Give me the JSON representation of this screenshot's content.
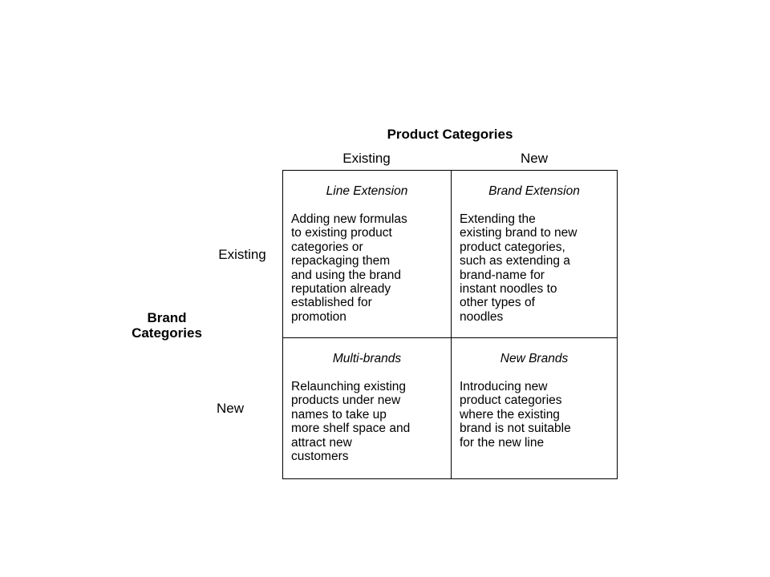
{
  "product_axis": {
    "title": "Product Categories",
    "columns": [
      "Existing",
      "New"
    ]
  },
  "brand_axis": {
    "title": "Brand\nCategories",
    "rows": [
      "Existing",
      "New"
    ]
  },
  "matrix": {
    "line_extension": {
      "heading": "Line Extension",
      "body": "Adding new formulas\nto existing product\ncategories or\nrepackaging them\nand using the brand\nreputation already\nestablished for\npromotion"
    },
    "brand_extension": {
      "heading": "Brand Extension",
      "body": "Extending the\nexisting brand to new\nproduct categories,\nsuch as extending a\nbrand-name for\ninstant noodles to\nother types of\nnoodles"
    },
    "multi_brands": {
      "heading": "Multi-brands",
      "body": "Relaunching existing\nproducts under new\nnames to take up\nmore shelf space and\nattract new\ncustomers"
    },
    "new_brands": {
      "heading": "New Brands",
      "body": "Introducing new\nproduct categories\nwhere the existing\nbrand is not suitable\nfor the new line"
    }
  }
}
